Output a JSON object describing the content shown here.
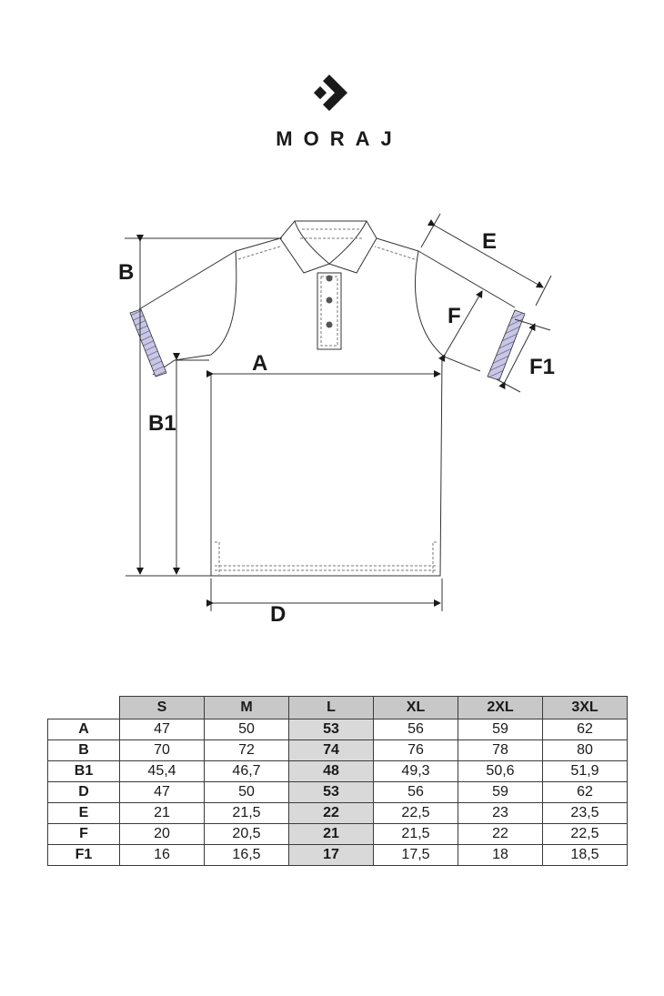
{
  "brand": {
    "name": "MORAJ",
    "logo_icon": "diamond-arrow-logo-icon"
  },
  "diagram": {
    "subject": "polo shirt technical flat",
    "labels": {
      "A": "A",
      "B": "B",
      "B1": "B1",
      "D": "D",
      "E": "E",
      "F": "F",
      "F1": "F1"
    },
    "colors": {
      "outline": "#333333",
      "cuff_fill": "#c9c6e6",
      "button": "#555555"
    }
  },
  "size_table": {
    "highlight_color": "#d9d9d9",
    "header_color": "#c8c8c8",
    "columns": [
      "S",
      "M",
      "L",
      "XL",
      "2XL",
      "3XL"
    ],
    "highlighted_column": "L",
    "rows": [
      {
        "label": "A",
        "values": [
          "47",
          "50",
          "53",
          "56",
          "59",
          "62"
        ]
      },
      {
        "label": "B",
        "values": [
          "70",
          "72",
          "74",
          "76",
          "78",
          "80"
        ]
      },
      {
        "label": "B1",
        "values": [
          "45,4",
          "46,7",
          "48",
          "49,3",
          "50,6",
          "51,9"
        ]
      },
      {
        "label": "D",
        "values": [
          "47",
          "50",
          "53",
          "56",
          "59",
          "62"
        ]
      },
      {
        "label": "E",
        "values": [
          "21",
          "21,5",
          "22",
          "22,5",
          "23",
          "23,5"
        ]
      },
      {
        "label": "F",
        "values": [
          "20",
          "20,5",
          "21",
          "21,5",
          "22",
          "22,5"
        ]
      },
      {
        "label": "F1",
        "values": [
          "16",
          "16,5",
          "17",
          "17,5",
          "18",
          "18,5"
        ]
      }
    ]
  }
}
